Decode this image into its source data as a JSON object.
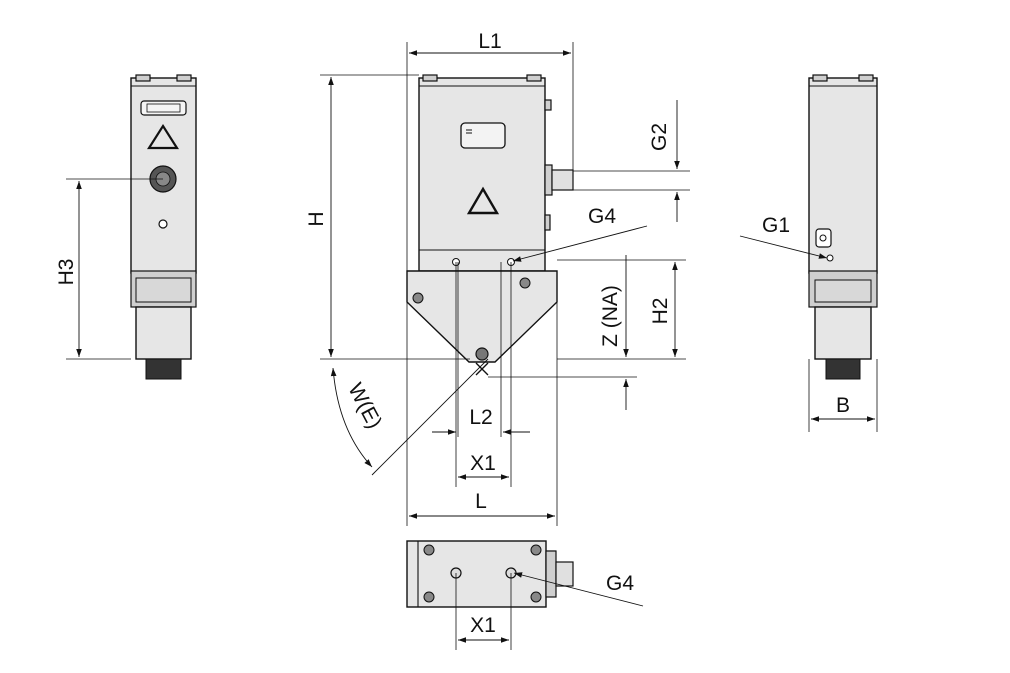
{
  "labels": {
    "L1": "L1",
    "H": "H",
    "G2": "G2",
    "G4": "G4",
    "G1": "G1",
    "H3": "H3",
    "H2": "H2",
    "Z": "Z (NA)",
    "W": "W(E)",
    "L2": "L2",
    "X1": "X1",
    "L": "L",
    "B": "B"
  },
  "icons": [
    "warning-triangle-icon",
    "connector-icon",
    "display-window-icon"
  ]
}
